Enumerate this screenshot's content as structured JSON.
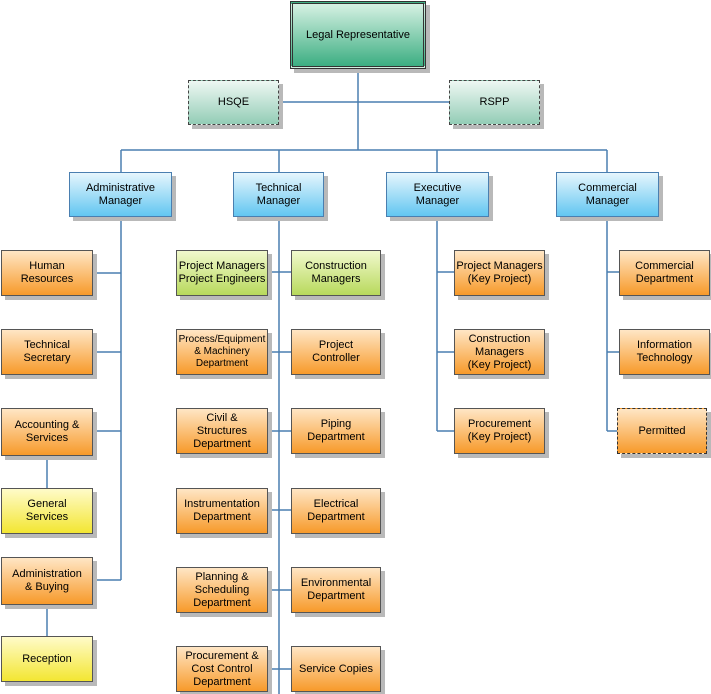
{
  "legal": "Legal Representative",
  "hsqe": "HSQE",
  "rspp": "RSPP",
  "managers": {
    "admin": "Administrative\nManager",
    "tech": "Technical\nManager",
    "exec": "Executive\nManager",
    "comm": "Commercial\nManager"
  },
  "admin_units": {
    "hr": "Human\nResources",
    "techsec": "Technical\nSecretary",
    "acct": "Accounting &\nServices",
    "gen": "General\nServices",
    "adminbuy": "Administration\n& Buying",
    "reception": "Reception"
  },
  "tech_units": {
    "pm": "Project Managers\nProject Engineers",
    "constr": "Construction\nManagers",
    "process": "Process/Equipment\n& Machinery\nDepartment",
    "projctrl": "Project\nController",
    "civil": "Civil &\nStructures\nDepartment",
    "piping": "Piping\nDepartment",
    "instr": "Instrumentation\nDepartment",
    "elec": "Electrical\nDepartment",
    "planning": "Planning &\nScheduling\nDepartment",
    "env": "Environmental\nDepartment",
    "proccost": "Procurement &\nCost Control\nDepartment",
    "svc": "Service Copies"
  },
  "exec_units": {
    "pmkey": "Project Managers\n(Key Project)",
    "constrkey": "Construction\nManagers\n(Key Project)",
    "prockey": "Procurement\n(Key Project)"
  },
  "comm_units": {
    "commdept": "Commercial\nDepartment",
    "it": "Information\nTechnology",
    "permitted": "Permitted"
  },
  "colors": {
    "line": "#4a7fb0",
    "manager_fill": "#62c6f1",
    "unit_fill": "#f79a2a",
    "green_fill": "#b8d95c",
    "yellow_fill": "#f3e632",
    "teal_fill": "#93cdb6",
    "legal_fill": "#3cae82"
  }
}
